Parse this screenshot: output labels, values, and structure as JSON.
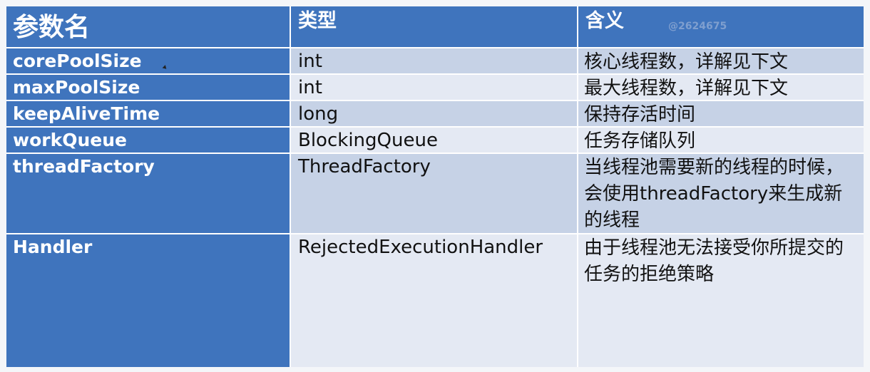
{
  "header": {
    "col_name": "参数名",
    "col_type": "类型",
    "col_meaning": "含义",
    "watermark": "@2624675"
  },
  "rows": [
    {
      "name": "corePoolSize",
      "type": "int",
      "meaning": "核心线程数，详解见下文"
    },
    {
      "name": "maxPoolSize",
      "type": "int",
      "meaning": "最大线程数，详解见下文"
    },
    {
      "name": "keepAliveTime",
      "type": "long",
      "meaning": "保持存活时间"
    },
    {
      "name": "workQueue",
      "type": "BlockingQueue",
      "meaning": "任务存储队列"
    },
    {
      "name": "threadFactory",
      "type": "ThreadFactory",
      "meaning": "当线程池需要新的线程的时候，会使用threadFactory来生成新的线程"
    },
    {
      "name": "Handler",
      "type": "RejectedExecutionHandler",
      "meaning": "由于线程池无法接受你所提交的任务的拒绝策略"
    }
  ],
  "colors": {
    "header_blue": "#3f74bd",
    "row_band_dark": "#c6d2e6",
    "row_band_light": "#e4e9f3"
  }
}
